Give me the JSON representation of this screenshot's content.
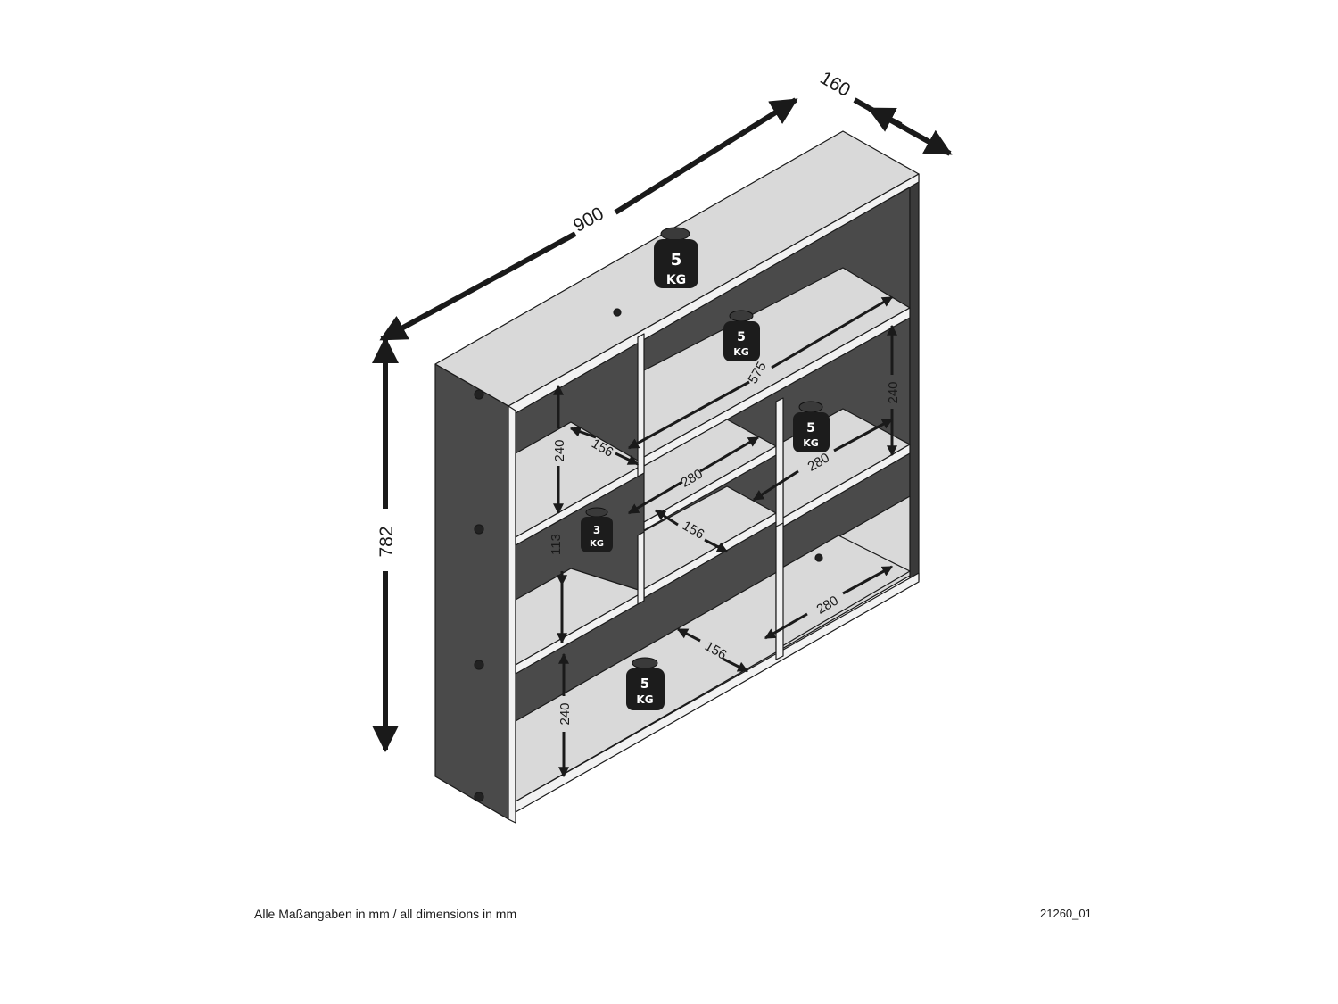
{
  "dimensions": {
    "width": "900",
    "depth": "160",
    "height": "782",
    "compartment_labels": [
      {
        "id": "d-240-a",
        "text": "240"
      },
      {
        "id": "d-156-a",
        "text": "156"
      },
      {
        "id": "d-575",
        "text": "575"
      },
      {
        "id": "d-240-b",
        "text": "240"
      },
      {
        "id": "d-280-a",
        "text": "280"
      },
      {
        "id": "d-280-b",
        "text": "280"
      },
      {
        "id": "d-156-b",
        "text": "156"
      },
      {
        "id": "d-113",
        "text": "113"
      },
      {
        "id": "d-280-c",
        "text": "280"
      },
      {
        "id": "d-156-c",
        "text": "156"
      },
      {
        "id": "d-240-c",
        "text": "240"
      }
    ]
  },
  "weights": [
    {
      "value": "5",
      "unit": "KG"
    },
    {
      "value": "5",
      "unit": "KG"
    },
    {
      "value": "5",
      "unit": "KG"
    },
    {
      "value": "3",
      "unit": "KG"
    },
    {
      "value": "5",
      "unit": "KG"
    }
  ],
  "footer": {
    "note": "Alle Maßangaben in mm / all dimensions in mm",
    "code": "21260_01"
  },
  "colors": {
    "panel_dark": "#4a4a4a",
    "panel_light": "#d9d9d9",
    "line": "#1a1a1a",
    "weight": "#1c1c1c"
  }
}
